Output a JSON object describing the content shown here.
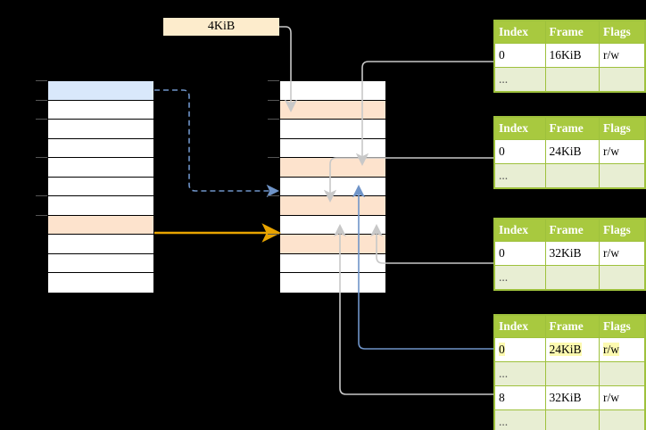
{
  "diagram": {
    "title": "multi-level-page-table-walk",
    "size_label": "4KiB",
    "colors": {
      "background": "#000000",
      "cell_white": "#ffffff",
      "cell_blue": "#d9e8fb",
      "cell_peach": "#fde3cd",
      "table_header": "#a8c93f",
      "table_border": "#9ec13c",
      "table_ellipsis_row": "#e8eed3",
      "highlight_yellow": "#fdfab0",
      "arrow_blue": "#6f94c8",
      "arrow_orange": "#e8a400",
      "arrow_gray": "#c8c8c8",
      "label_bg": "#fdeccc"
    }
  },
  "left_column": {
    "name": "virtual-address-space",
    "rows": [
      {
        "fill": "blue",
        "label": ""
      },
      {
        "fill": "white",
        "label": ""
      },
      {
        "fill": "white",
        "label": ""
      },
      {
        "fill": "white",
        "label": ""
      },
      {
        "fill": "white",
        "label": ""
      },
      {
        "fill": "white",
        "label": ""
      },
      {
        "fill": "white",
        "label": ""
      },
      {
        "fill": "peach",
        "label": ""
      },
      {
        "fill": "white",
        "label": ""
      },
      {
        "fill": "white",
        "label": ""
      },
      {
        "fill": "white",
        "label": ""
      }
    ]
  },
  "middle_column": {
    "name": "physical-memory",
    "rows": [
      {
        "fill": "white",
        "label": ""
      },
      {
        "fill": "peach",
        "label": ""
      },
      {
        "fill": "white",
        "label": ""
      },
      {
        "fill": "white",
        "label": ""
      },
      {
        "fill": "peach",
        "label": ""
      },
      {
        "fill": "white",
        "label": ""
      },
      {
        "fill": "peach",
        "label": ""
      },
      {
        "fill": "white",
        "label": ""
      },
      {
        "fill": "peach",
        "label": ""
      },
      {
        "fill": "white",
        "label": ""
      },
      {
        "fill": "white",
        "label": ""
      }
    ]
  },
  "page_tables": [
    {
      "name": "page-table-level-1",
      "headers": [
        "Index",
        "Frame",
        "Flags"
      ],
      "rows": [
        {
          "kind": "data",
          "cells": [
            "0",
            "16KiB",
            "r/w"
          ],
          "highlight": [
            false,
            false,
            false
          ]
        },
        {
          "kind": "ellipsis",
          "cells": [
            "...",
            "",
            ""
          ],
          "highlight": [
            false,
            false,
            false
          ]
        }
      ]
    },
    {
      "name": "page-table-level-2",
      "headers": [
        "Index",
        "Frame",
        "Flags"
      ],
      "rows": [
        {
          "kind": "data",
          "cells": [
            "0",
            "24KiB",
            "r/w"
          ],
          "highlight": [
            false,
            false,
            false
          ]
        },
        {
          "kind": "ellipsis",
          "cells": [
            "...",
            "",
            ""
          ],
          "highlight": [
            false,
            false,
            false
          ]
        }
      ]
    },
    {
      "name": "page-table-level-3",
      "headers": [
        "Index",
        "Frame",
        "Flags"
      ],
      "rows": [
        {
          "kind": "data",
          "cells": [
            "0",
            "32KiB",
            "r/w"
          ],
          "highlight": [
            false,
            false,
            false
          ]
        },
        {
          "kind": "ellipsis",
          "cells": [
            "...",
            "",
            ""
          ],
          "highlight": [
            false,
            false,
            false
          ]
        }
      ]
    },
    {
      "name": "page-table-level-4",
      "headers": [
        "Index",
        "Frame",
        "Flags"
      ],
      "rows": [
        {
          "kind": "data",
          "cells": [
            "0",
            "24KiB",
            "r/w"
          ],
          "highlight": [
            true,
            true,
            true
          ]
        },
        {
          "kind": "ellipsis",
          "cells": [
            "...",
            "",
            ""
          ],
          "highlight": [
            false,
            false,
            false
          ]
        },
        {
          "kind": "data",
          "cells": [
            "8",
            "32KiB",
            "r/w"
          ],
          "highlight": [
            false,
            false,
            false
          ]
        },
        {
          "kind": "ellipsis",
          "cells": [
            "...",
            "",
            ""
          ],
          "highlight": [
            false,
            false,
            false
          ]
        }
      ]
    }
  ]
}
